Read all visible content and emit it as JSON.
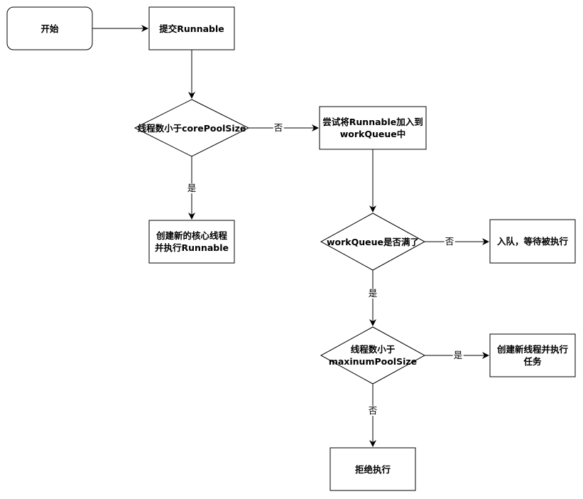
{
  "nodes": {
    "start": "开始",
    "submit": "提交Runnable",
    "check_core": "线程数小于corePoolSize",
    "create_core": "创建新的核心线程\n并执行Runnable",
    "enqueue": "尝试将Runnable加入到\nworkQueue中",
    "queue_full": "workQueue是否满了",
    "wait": "入队，等待被执行",
    "check_max": "线程数小于\nmaxinumPoolSize",
    "create_thread": "创建新线程并执行\n任务",
    "reject": "拒绝执行"
  },
  "edges": {
    "core_no": "否",
    "core_yes": "是",
    "full_no": "否",
    "full_yes": "是",
    "max_yes": "是",
    "max_no": "否"
  }
}
